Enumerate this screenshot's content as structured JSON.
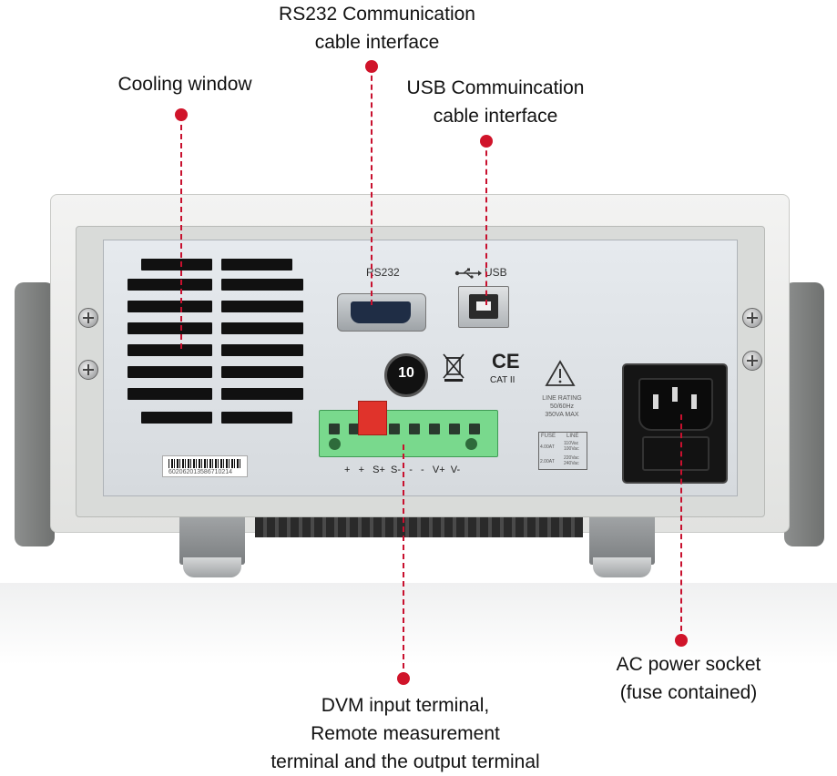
{
  "callouts": {
    "rs232": {
      "line1": "RS232 Communication",
      "line2": "cable interface"
    },
    "cooling": {
      "line1": "Cooling window"
    },
    "usb": {
      "line1": "USB Commuincation",
      "line2": "cable interface"
    },
    "dvm": {
      "line1": "DVM input terminal,",
      "line2": "Remote measurement",
      "line3": "terminal and the output terminal"
    },
    "ac": {
      "line1": "AC power socket",
      "line2": "(fuse contained)"
    }
  },
  "panel": {
    "rs232_label": "RS232",
    "usb_label": "USB",
    "ce_mark": "CE",
    "cat_label": "CAT II",
    "rating_line1": "LINE RATING",
    "rating_line2": "50/60Hz",
    "rating_line3": "350VA MAX",
    "fuse_header": "FUSE",
    "line_header": "LINE",
    "fuse_row1_fuse": "4.00AT",
    "fuse_row1_line": "110Vac 100Vac",
    "fuse_row2_fuse": "2.00AT",
    "fuse_row2_line": "220Vac 240Vac",
    "terminal_labels": "+   +   S+  S-   -   -   V+  V-",
    "barcode_text": "602062013586710214",
    "rohs_mark": "10"
  },
  "colors": {
    "callout_dot": "#d0142a",
    "terminal_green": "#79d98d",
    "link_red": "#e0332b"
  },
  "icons": [
    "usb-symbol-icon",
    "rohs-10-icon",
    "weee-bin-icon",
    "warning-triangle-icon"
  ]
}
